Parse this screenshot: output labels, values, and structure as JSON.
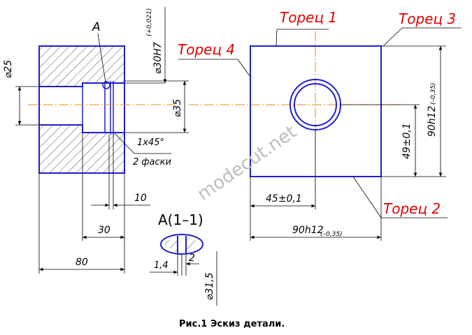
{
  "caption": "Рис.1 Эскиз детали.",
  "watermark": "modecut.net",
  "colors": {
    "outline": "#1f1fd0",
    "axis": "#f08a1a",
    "dimension": "#000000",
    "face_label": "#e30000",
    "hatch": "#444444"
  },
  "section_view": {
    "cut_label": "A",
    "dims": {
      "bore": "⌀30H7",
      "bore_tol": "(+0,021)",
      "outer_left": "⌀25",
      "outer_right": "⌀35",
      "chamfer": "1x45°",
      "chamfer_note": "2 фаски",
      "groove_w": "10",
      "depth_30": "30",
      "length_80": "80"
    }
  },
  "detail_view": {
    "title": "A(1–1)",
    "dims": {
      "d1": "1,4",
      "d2": "2",
      "diam": "⌀31,5"
    }
  },
  "front_view": {
    "faces": {
      "f1": "Торец 1",
      "f2": "Торец 2",
      "f3": "Торец 3",
      "f4": "Торец 4"
    },
    "dims": {
      "height": "90h12",
      "height_tol": "(–0,35)",
      "width": "90h12",
      "width_tol": "(–0,35)",
      "hole_y": "49±0,1",
      "hole_x": "45±0,1"
    }
  }
}
